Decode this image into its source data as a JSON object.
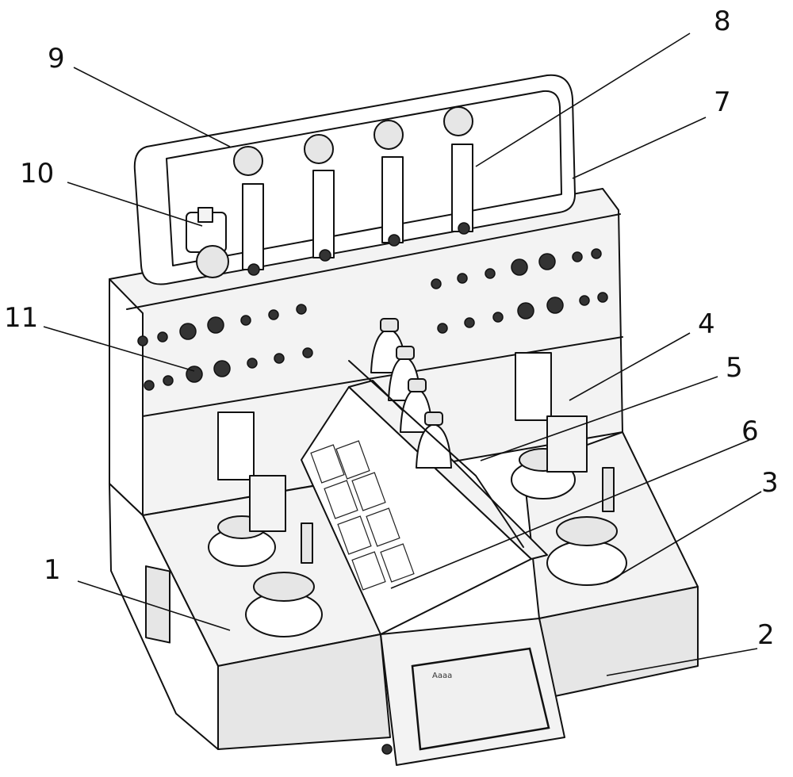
{
  "labels": [
    {
      "id": "1",
      "text": "1"
    },
    {
      "id": "2",
      "text": "2"
    },
    {
      "id": "3",
      "text": "3"
    },
    {
      "id": "4",
      "text": "4"
    },
    {
      "id": "5",
      "text": "5"
    },
    {
      "id": "6",
      "text": "6"
    },
    {
      "id": "7",
      "text": "7"
    },
    {
      "id": "8",
      "text": "8"
    },
    {
      "id": "9",
      "text": "9"
    },
    {
      "id": "10",
      "text": "10"
    },
    {
      "id": "11",
      "text": "11"
    }
  ],
  "screen": {
    "brand": "Aaaa"
  }
}
